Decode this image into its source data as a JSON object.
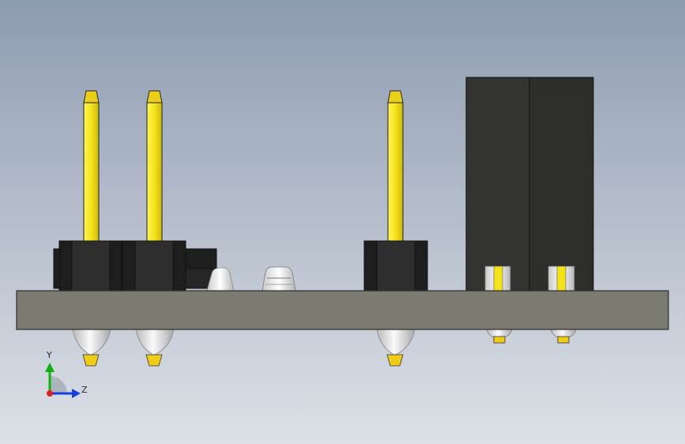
{
  "viewport": {
    "background_top": "#8e9cb0",
    "background_bottom": "#dde1e7"
  },
  "colors": {
    "pcb": "#7a7a70",
    "pcb_edge": "#3c3c38",
    "header_body": "#1c1c1c",
    "header_face": "#2b2b2b",
    "pin_gold": "#f2e41e",
    "pin_tip": "#e8c318",
    "connector_dark": "#343430",
    "connector_mid": "#2c2c29",
    "silver": "#e9e9ea",
    "axis_x": "#e02020",
    "axis_y": "#10b010",
    "axis_z": "#1840e0"
  },
  "triad": {
    "y_label": "Y",
    "z_label": "Z"
  },
  "model": {
    "parts": [
      {
        "name": "pin-header-1",
        "type": "pin-header"
      },
      {
        "name": "pin-header-2",
        "type": "pin-header"
      },
      {
        "name": "pin-header-3",
        "type": "pin-header"
      },
      {
        "name": "dual-connector",
        "type": "box-connector"
      },
      {
        "name": "pcb-board",
        "type": "pcb"
      }
    ]
  }
}
